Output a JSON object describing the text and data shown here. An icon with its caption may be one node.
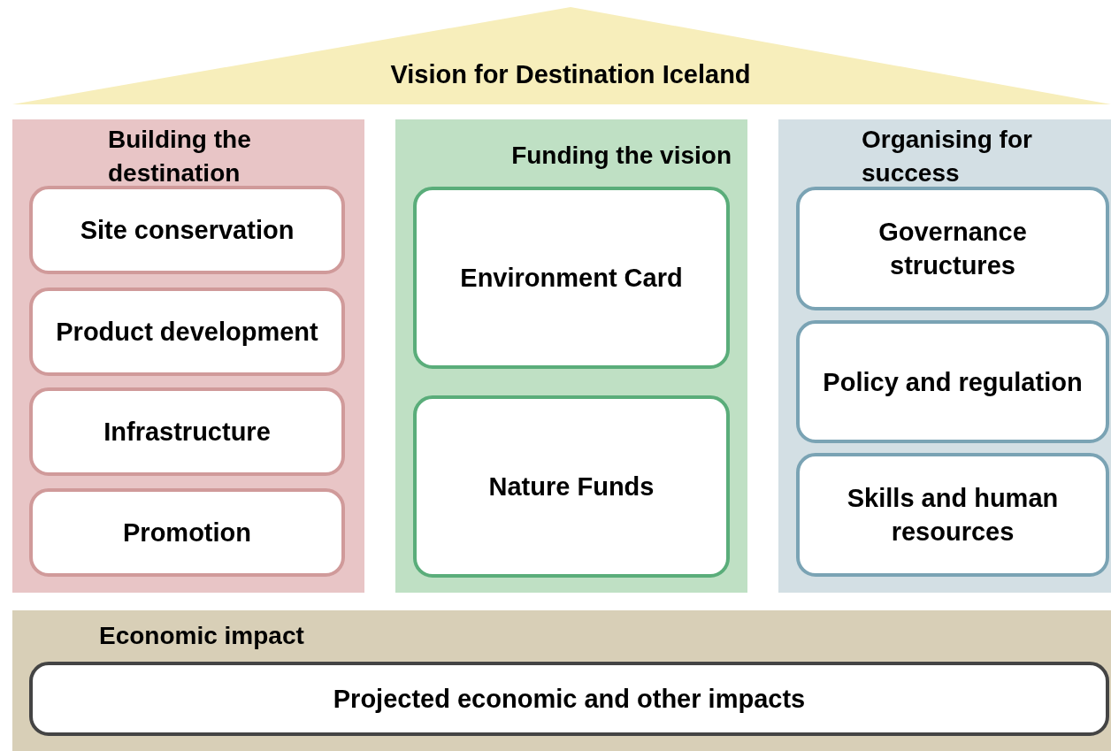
{
  "diagram": {
    "nodes": [
      {
        "text": [
          "Vision for Destination Iceland"
        ]
      },
      {
        "text": [
          "Building the destination"
        ]
      },
      {
        "text": [
          "Site conservation"
        ],
        "in": 1
      },
      {
        "text": [
          "Product development"
        ],
        "in": 1
      },
      {
        "text": [
          "Infrastructure"
        ],
        "in": 1
      },
      {
        "text": [
          "Promotion"
        ],
        "in": 1
      },
      {
        "text": [
          "Funding the vision"
        ]
      },
      {
        "text": [
          "Environment Card"
        ],
        "in": 6
      },
      {
        "text": [
          "Nature Funds"
        ],
        "in": 6
      },
      {
        "text": [
          "Organising for success"
        ]
      },
      {
        "text": [
          "Governance structures"
        ],
        "in": 9
      },
      {
        "text": [
          "Policy and regulation"
        ],
        "in": 9
      },
      {
        "text": [
          "Skills and human resources"
        ],
        "in": 9
      },
      {
        "text": [
          "Economic impact"
        ]
      },
      {
        "text": [
          "Projected economic and other impacts"
        ],
        "in": 13
      }
    ]
  }
}
